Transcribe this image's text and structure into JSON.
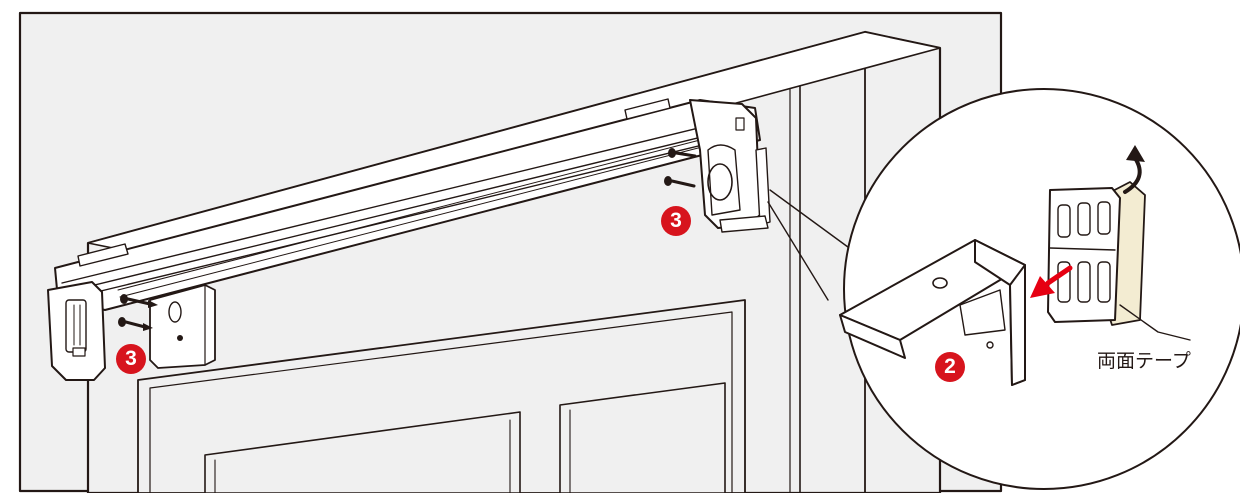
{
  "figure": {
    "callouts": [
      {
        "id": "bracket-step",
        "number": "2"
      },
      {
        "id": "screw-step-left",
        "number": "3"
      },
      {
        "id": "screw-step-right",
        "number": "3"
      }
    ],
    "tape_label": "両面テープ"
  },
  "colors": {
    "callout_red": "#d7141d",
    "line": "#231815",
    "panel_fill": "#f0f0f0",
    "highlight": "#ffffff",
    "arrow_red": "#e60012",
    "tape_fill": "#f3ecd2"
  },
  "icons": {
    "callout": "numbered-circle",
    "direction": "red-arrow",
    "peel": "curved-arrow"
  }
}
